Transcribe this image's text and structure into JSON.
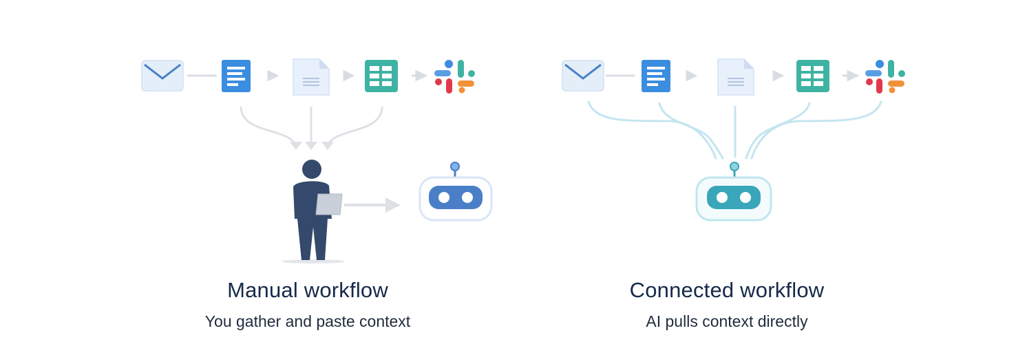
{
  "panels": [
    {
      "id": "manual",
      "title": "Manual workflow",
      "subtitle": "You gather and paste context",
      "icons": [
        "mail-icon",
        "document-icon",
        "file-icon",
        "spreadsheet-icon",
        "slack-icon"
      ]
    },
    {
      "id": "connected",
      "title": "Connected workflow",
      "subtitle": "AI pulls context directly",
      "icons": [
        "mail-icon",
        "document-icon",
        "file-icon",
        "spreadsheet-icon",
        "slack-icon"
      ]
    }
  ],
  "colors": {
    "title": "#16294a",
    "person": "#34496b",
    "robot_manual": "#4a7fc8",
    "robot_connected": "#3aa6b9",
    "manual_lines": "#d9dde3",
    "connected_lines": "#bfe3ee",
    "doc_blue": "#3b8de0",
    "sheet_teal": "#3fb3a3"
  }
}
